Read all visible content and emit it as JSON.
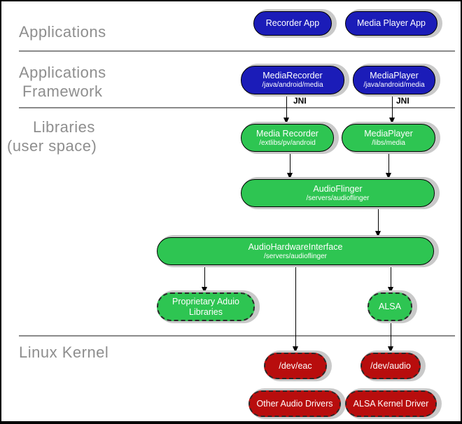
{
  "lanes": [
    {
      "id": "applications",
      "lines": [
        "Applications"
      ]
    },
    {
      "id": "applications-framework",
      "lines": [
        "Applications",
        "Framework"
      ]
    },
    {
      "id": "libraries-user-space",
      "lines": [
        "Libraries",
        "(user space)"
      ]
    },
    {
      "id": "linux-kernel",
      "lines": [
        "Linux Kernel"
      ]
    }
  ],
  "boxes": {
    "recorder_app": {
      "title": "Recorder App"
    },
    "media_player_app": {
      "title": "Media Player App"
    },
    "media_recorder_fw": {
      "title": "MediaRecorder",
      "subtitle": "/java/android/media"
    },
    "media_player_fw": {
      "title": "MediaPlayer",
      "subtitle": "/java/android/media"
    },
    "media_recorder_lib": {
      "title": "Media Recorder",
      "subtitle": "/extlibs/pv/android"
    },
    "media_player_lib": {
      "title": "MediaPlayer",
      "subtitle": "/libs/media"
    },
    "audioflinger": {
      "title": "AudioFlinger",
      "subtitle": "/servers/audioflinger"
    },
    "audio_hardware_interface": {
      "title": "AudioHardwareInterface",
      "subtitle": "/servers/audioflinger"
    },
    "proprietary_audio_libraries": {
      "title": "Proprietary Aduio",
      "title2": "Libraries"
    },
    "alsa": {
      "title": "ALSA"
    },
    "dev_eac": {
      "title": "/dev/eac"
    },
    "dev_audio": {
      "title": "/dev/audio"
    },
    "other_audio_drivers": {
      "title": "Other Audio Drivers"
    },
    "alsa_kernel_driver": {
      "title": "ALSA Kernel Driver"
    }
  },
  "connector_labels": {
    "jni_left": "JNI",
    "jni_right": "JNI"
  },
  "colors": {
    "app_blue": "#1b1cb8",
    "lib_green": "#2ec552",
    "kernel_red": "#b80d0d",
    "lane_label_gray": "#8e8e8e",
    "separator_gray": "#8a8a8a",
    "shadow_gray": "#c9c9c9"
  }
}
